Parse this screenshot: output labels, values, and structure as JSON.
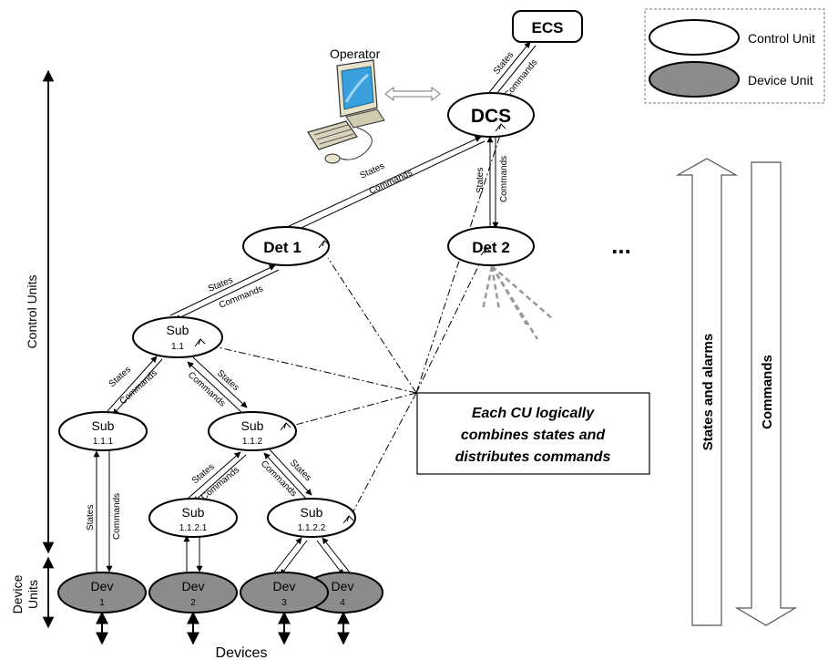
{
  "legend": {
    "control_unit": "Control Unit",
    "device_unit": "Device Unit"
  },
  "axes": {
    "control_units": "Control Units",
    "device_units_line1": "Device",
    "device_units_line2": "Units",
    "devices": "Devices"
  },
  "operator": "Operator",
  "nodes": {
    "ecs": "ECS",
    "dcs": "DCS",
    "det1": "Det 1",
    "det2": "Det 2",
    "ellipsis": "...",
    "sub11": {
      "name": "Sub",
      "id": "1.1"
    },
    "sub111": {
      "name": "Sub",
      "id": "1.1.1"
    },
    "sub112": {
      "name": "Sub",
      "id": "1.1.2"
    },
    "sub1121": {
      "name": "Sub",
      "id": "1.1.2.1"
    },
    "sub1122": {
      "name": "Sub",
      "id": "1.1.2.2"
    },
    "dev1": {
      "name": "Dev",
      "id": "1"
    },
    "dev2": {
      "name": "Dev",
      "id": "2"
    },
    "dev3": {
      "name": "Dev",
      "id": "3"
    },
    "dev4": {
      "name": "Dev",
      "id": "4"
    }
  },
  "link_labels": {
    "states": "States",
    "commands": "Commands"
  },
  "callout": {
    "line1": "Each CU logically",
    "line2": "combines states and",
    "line3": "distributes commands"
  },
  "big_arrows": {
    "up": "States and alarms",
    "down": "Commands"
  },
  "colors": {
    "device_fill": "#8c8c8c",
    "control_fill": "#ffffff",
    "stroke": "#000000",
    "dashed_gray": "#999999"
  }
}
